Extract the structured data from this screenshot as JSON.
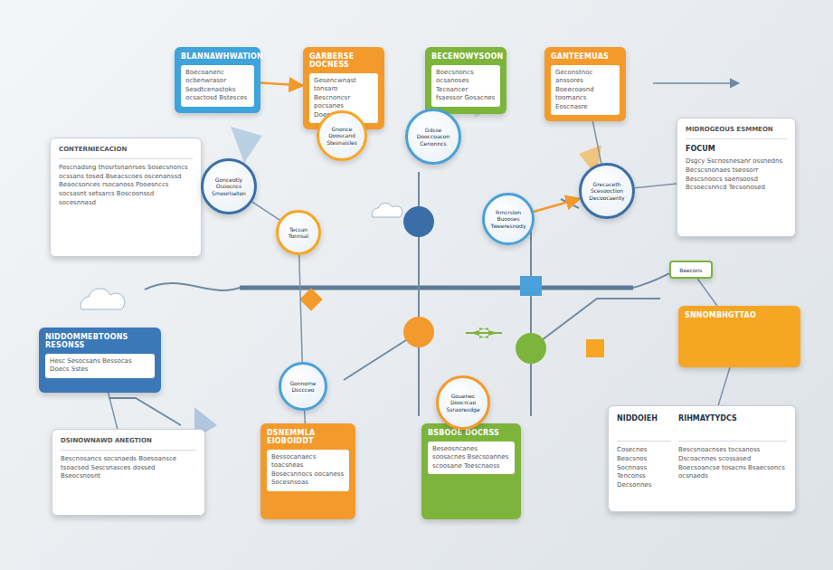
{
  "diagram": {
    "nodes": [
      {
        "text": [
          "BLANNAWHWATION",
          "Boecoanenc ocbenwrasor Seadtcenastoks ocsactosd Bstesces"
        ]
      },
      {
        "text": [
          "GARBERSE DOCNESS",
          "Gesencwnast tonsaro Bescnoncsr pocsanes Doeecsnoas"
        ]
      },
      {
        "text": [
          "BECENOWYSOON",
          "Boecsnoncs ocsanoses Tecoancer fsaessor Gosacnes"
        ]
      },
      {
        "text": [
          "GANTEEMUAS",
          "Geconstnoc anssores Boeecoasnd toomancs Eoscnasre"
        ]
      },
      {
        "text": [
          "CONTERNIECACION",
          "Pescnadsng thosrtsnanrses Sosecsnoncs ocssans tosed Bseacscoes oscenanssd Beaocsonces rsocanoss Pooesnccs socsasnt setsarcs Boscoonssd socesnnasd"
        ]
      },
      {
        "text": [
          "MIDROGEOUS ESMMEON",
          "FOCUM",
          "Dsgcy Sscnosnesanr ossnedns Becscsnonaes tseosorr Bescsnoocs saensoosd Bcsoecsnncd Tecsonosed"
        ]
      },
      {
        "text": [
          "NIDDOMMEBTOONS RESONSS",
          "Hesc Sesocsans Bessocas Doecs Sstes"
        ]
      },
      {
        "text": [
          "SNNOMBHGTTAO"
        ]
      },
      {
        "text": [
          "DSINOWNAWD ANEGTION",
          "Bescnosancs socsnaeds Boesoansce tsoacsed Sescsnasces dossed Bseocsnosnt"
        ]
      },
      {
        "text": [
          "DSNEMMLA EIOBOIDDT",
          "Bessocanaecs toacsneas Bosecsnnocs oocaness Socesnsoas"
        ]
      },
      {
        "text": [
          "BSBOOE DOCRSS",
          "Beseosncanes soosacnes Bsecsoannes scoosane Toescnaoss"
        ]
      },
      {
        "text": [
          "NIDDOIEH",
          "RIHMAYTYDCS",
          "Cosecnes Beacsnos Socnnass Tenconss Decsonnes",
          "Bescsnoacnses tocsanoss Dscoacnnes scossased Boecsoancse tosacns Bsaecsoncs ocsnaeds"
        ]
      },
      {
        "text": [
          "Gnonce Dooscand Stesnaisles"
        ]
      },
      {
        "text": [
          "Gdsse Dooccoacon Cenonncs"
        ]
      },
      {
        "text": [
          "Gonceotly Oisiocncs Smoorlseton"
        ]
      },
      {
        "text": [
          "Tecsan Tonnsal"
        ]
      },
      {
        "text": [
          "Rmcrslon Buooses Tweeresnody"
        ]
      },
      {
        "text": [
          "Grecaceth Scesooction Decoocaenty"
        ]
      },
      {
        "text": [
          "Gonnome Dsccceo"
        ]
      },
      {
        "text": [
          "Gouenec Doocrcao Ssraoresdge"
        ]
      },
      {
        "text": [
          "Beecons"
        ]
      }
    ],
    "edges": [
      {
        "from": 0,
        "to": 1,
        "arrow": "to"
      },
      {
        "from": 1,
        "to": 12,
        "arrow": "none"
      },
      {
        "from": 2,
        "to": 13,
        "arrow": "none"
      },
      {
        "from": 3,
        "to": 17,
        "arrow": "none"
      },
      {
        "from": 4,
        "to": 14,
        "arrow": "none"
      },
      {
        "from": 14,
        "to": 15,
        "arrow": "none"
      },
      {
        "from": 15,
        "to": 18,
        "arrow": "none"
      },
      {
        "from": 18,
        "to": 9,
        "arrow": "none"
      },
      {
        "from": 19,
        "to": 10,
        "arrow": "none"
      },
      {
        "from": 16,
        "to": 17,
        "arrow": "to"
      },
      {
        "from": 17,
        "to": 5,
        "arrow": "none"
      },
      {
        "from": 7,
        "to": 20,
        "arrow": "none"
      },
      {
        "from": 6,
        "to": 8,
        "arrow": "none"
      },
      {
        "from": 7,
        "to": 11,
        "arrow": "none"
      }
    ]
  }
}
